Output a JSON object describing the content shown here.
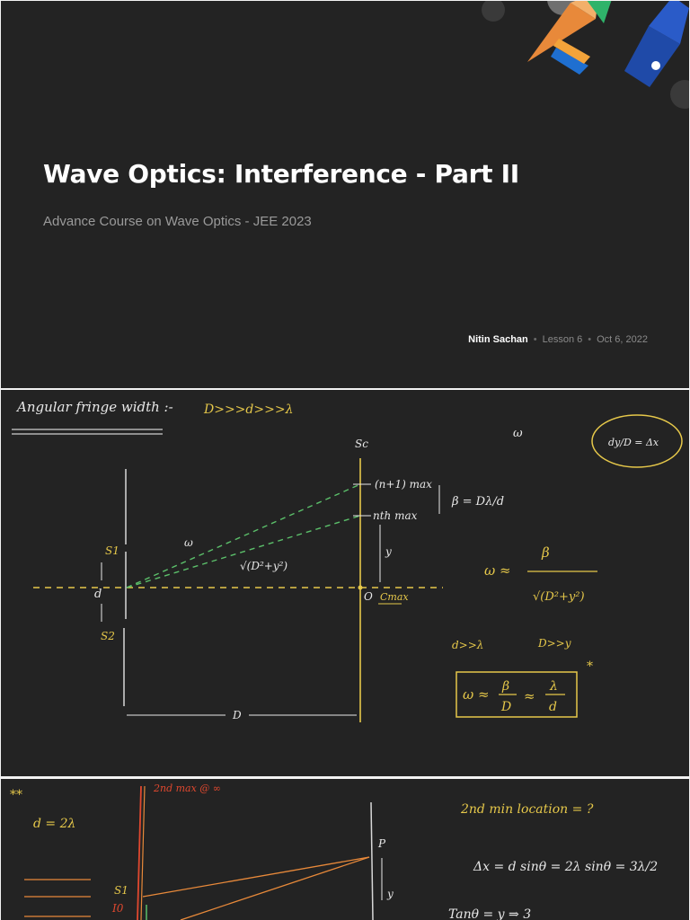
{
  "slide": {
    "title": "Wave Optics: Interference - Part II",
    "subtitle": "Advance Course on Wave Optics - JEE 2023",
    "author": "Nitin Sachan",
    "lesson": "Lesson 6",
    "date": "Oct 6, 2022",
    "separator": "•"
  },
  "notes1": {
    "heading": "Angular fringe width :-",
    "condition": "D>>>d>>>λ",
    "screen_label": "Sc",
    "omega_top": "ω",
    "boxed_top": "dy/D = Δx",
    "n1max": "(n+1) max",
    "nthmax": "nth max",
    "beta_eq": "β = Dλ/d",
    "s1": "S1",
    "s2": "S2",
    "d": "d",
    "omega": "ω",
    "hyp": "√(D²+y²)",
    "y": "y",
    "origin": "O",
    "cmax": "Cmax",
    "omega_approx": "ω ≈",
    "beta": "β",
    "denominator": "√(D²+y²)",
    "cond_d": "d>>λ",
    "cond_D": "D>>y",
    "D": "D",
    "final_omega": "ω ≈",
    "final_beta": "β",
    "final_D": "D",
    "final_approx": "≈",
    "final_lambda": "λ",
    "final_d": "d",
    "star": "*"
  },
  "notes2": {
    "stars": "**",
    "d_eq": "d = 2λ",
    "second_max": "2nd max @ ∞",
    "s1": "S1",
    "i0": "I0",
    "p": "P",
    "y": "y",
    "question": "2nd min location = ?",
    "delta_eq": "Δx = d sinθ = 2λ sinθ = 3λ/2",
    "tan_eq": "Tanθ = y ⇒ 3"
  },
  "colors": {
    "background": "#232323",
    "yellow": "#e6c84a",
    "green": "#5bbf6a",
    "red": "#e0482f",
    "orange": "#e8893a",
    "white_ink": "#e8e8e8"
  }
}
